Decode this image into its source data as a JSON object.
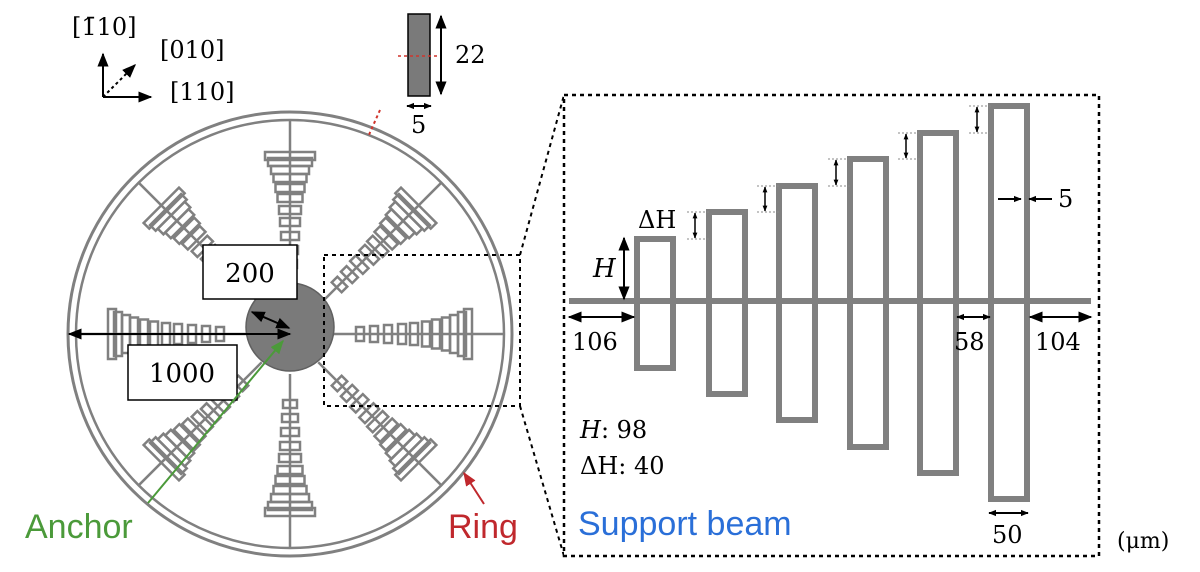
{
  "axes": {
    "label_up": "[1̄10]",
    "label_diag": "[010]",
    "label_right": "[110]"
  },
  "beam_section": {
    "height_label": "22",
    "width_label": "5"
  },
  "overview": {
    "label_200": "200",
    "label_1000": "1000",
    "anchor_label": "Anchor",
    "ring_label": "Ring"
  },
  "inset": {
    "label_H": "H",
    "label_dH": "ΔH",
    "label_106": "106",
    "label_58": "58",
    "label_104": "104",
    "label_5": "5",
    "label_50": "50",
    "note_H_name": "H",
    "note_H_value": ": 98",
    "note_dH_name": "ΔH",
    "note_dH_value": ": 40",
    "caption": "Support beam",
    "unit": "(μm)"
  },
  "colors": {
    "structure": "#808080",
    "anchor_fill": "#7a7a7a",
    "anchor_text": "#4b9a3a",
    "ring_text": "#c0282d",
    "caption_text": "#2a6fd8",
    "red_dash": "#d0342c"
  }
}
